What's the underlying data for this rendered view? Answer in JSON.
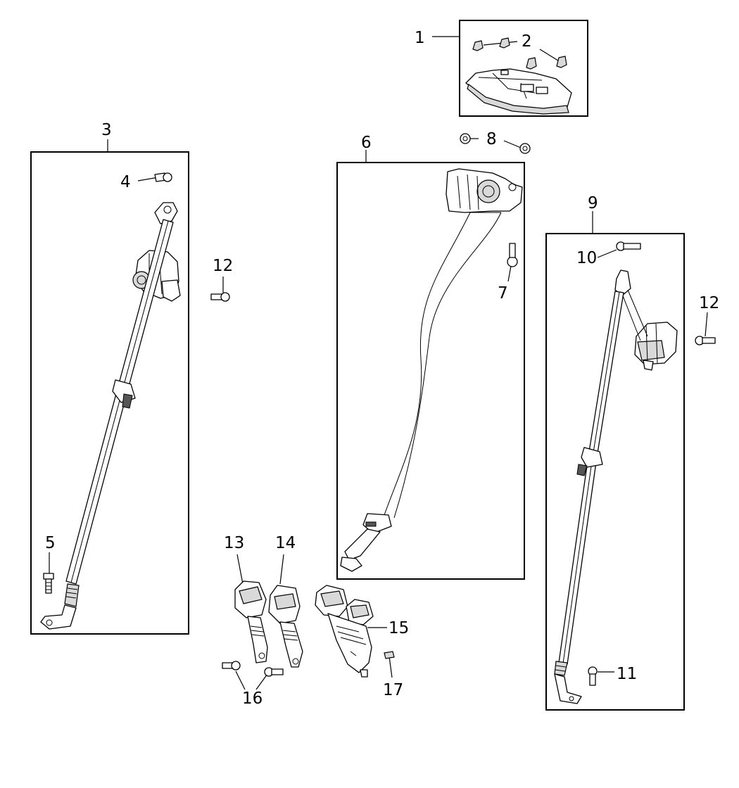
{
  "diagram": {
    "callouts": [
      {
        "id": "c1",
        "text": "1"
      },
      {
        "id": "c2",
        "text": "2"
      },
      {
        "id": "c3",
        "text": "3"
      },
      {
        "id": "c4",
        "text": "4"
      },
      {
        "id": "c5",
        "text": "5"
      },
      {
        "id": "c6",
        "text": "6"
      },
      {
        "id": "c7",
        "text": "7"
      },
      {
        "id": "c8",
        "text": "8"
      },
      {
        "id": "c9",
        "text": "9"
      },
      {
        "id": "c10",
        "text": "10"
      },
      {
        "id": "c11",
        "text": "11"
      },
      {
        "id": "c12a",
        "text": "12"
      },
      {
        "id": "c12b",
        "text": "12"
      },
      {
        "id": "c13",
        "text": "13"
      },
      {
        "id": "c14",
        "text": "14"
      },
      {
        "id": "c15",
        "text": "15"
      },
      {
        "id": "c16",
        "text": "16"
      },
      {
        "id": "c17",
        "text": "17"
      }
    ]
  }
}
